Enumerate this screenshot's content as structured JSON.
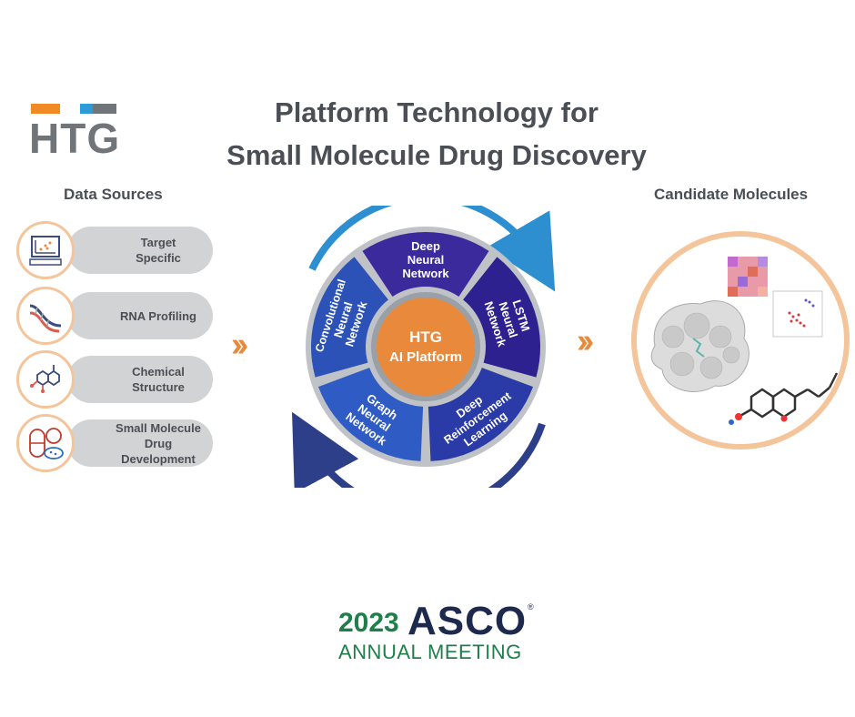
{
  "logo": {
    "text": "HTG",
    "colors": {
      "orange": "#f08a24",
      "blue": "#2e9ad6",
      "gray": "#707579"
    }
  },
  "title": {
    "line1": "Platform Technology for",
    "line2": "Small Molecule Drug Discovery"
  },
  "data_sources": {
    "heading": "Data Sources",
    "items": [
      {
        "label_line1": "Target",
        "label_line2": "Specific",
        "icon": "computer-chart-icon"
      },
      {
        "label_line1": "RNA Profiling",
        "label_line2": "",
        "icon": "dna-helix-icon"
      },
      {
        "label_line1": "Chemical",
        "label_line2": "Structure",
        "icon": "molecule-structure-icon"
      },
      {
        "label_line1": "Small Molecule",
        "label_line2": "Drug Development",
        "icon": "pills-icon"
      }
    ]
  },
  "platform": {
    "center_line1": "HTG",
    "center_line2": "AI Platform",
    "segments": [
      {
        "lines": [
          "Deep",
          "Neural",
          "Network"
        ],
        "color": "#3a2a9c"
      },
      {
        "lines": [
          "LSTM",
          "Neural",
          "Network"
        ],
        "color": "#2c218e"
      },
      {
        "lines": [
          "Deep",
          "Reinforcement",
          "Learning"
        ],
        "color": "#2a3aa6"
      },
      {
        "lines": [
          "Graph",
          "Neural",
          "Network"
        ],
        "color": "#2f5bc4"
      },
      {
        "lines": [
          "Convolutional",
          "Neural",
          "Network"
        ],
        "color": "#2c52b8"
      }
    ],
    "center_color": "#e8893c"
  },
  "candidates": {
    "heading": "Candidate Molecules",
    "icon": "protein-molecule-icon"
  },
  "footer": {
    "year": "2023",
    "word": "ASCO",
    "registered": "®",
    "subtitle": "ANNUAL MEETING"
  }
}
